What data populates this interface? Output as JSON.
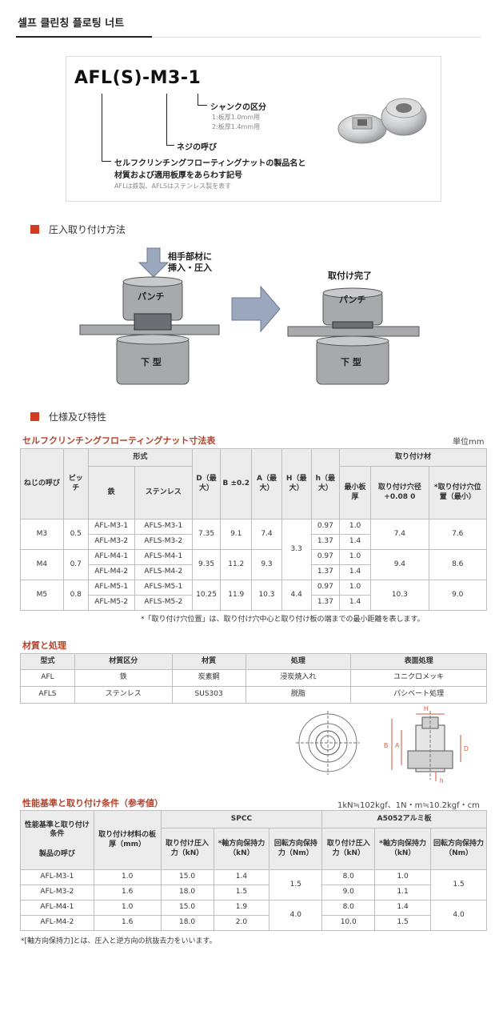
{
  "page_title": "셀프 클린칭 플로팅 너트",
  "part_number": {
    "code": "AFL(S)-M3-1",
    "shank_label": "シャンクの区分",
    "shank_opt1": "1:板厚1.0mm用",
    "shank_opt2": "2:板厚1.4mm用",
    "thread_label": "ネジの呼び",
    "product_label_1": "セルフクリンチングフローティングナットの製品名と",
    "product_label_2": "材質および適用板厚をあらわす記号",
    "product_note": "AFLは鉄製、AFLSはステンレス製を表す"
  },
  "install": {
    "heading": "圧入取り付け方法",
    "arrow_label_1": "相手部材に",
    "arrow_label_2": "挿入・圧入",
    "punch": "パンチ",
    "die": "下 型",
    "done": "取付け完了",
    "colors": {
      "arrow": "#9aa7bd",
      "metal": "#a7a9ac",
      "dark": "#555a60"
    }
  },
  "spec": {
    "heading": "仕様及び特性",
    "table_title": "セルフクリンチングフローティングナット寸法表",
    "unit": "単位mm",
    "headers": {
      "thread": "ねじの呼び",
      "pitch": "ピッチ",
      "type": "形式",
      "iron": "鉄",
      "stainless": "ステンレス",
      "d": "D（最大）",
      "b": "B ±0.2",
      "a": "A（最大）",
      "h": "H（最大）",
      "hh": "h（最大）",
      "mount": "取り付け材",
      "thick": "最小板厚",
      "hole": "取り付け穴径 +0.08 0",
      "pos": "*取り付け穴位置（最小）"
    },
    "rows": [
      {
        "thread": "M3",
        "pitch": "0.5",
        "d": "7.35",
        "b": "9.1",
        "a": "7.4",
        "h": "3.3",
        "hole": "7.4",
        "pos": "7.6",
        "sub": [
          {
            "iron": "AFL-M3-1",
            "st": "AFLS-M3-1",
            "hh": "0.97",
            "t": "1.0"
          },
          {
            "iron": "AFL-M3-2",
            "st": "AFLS-M3-2",
            "hh": "1.37",
            "t": "1.4"
          }
        ]
      },
      {
        "thread": "M4",
        "pitch": "0.7",
        "d": "9.35",
        "b": "11.2",
        "a": "9.3",
        "h": "",
        "hole": "9.4",
        "pos": "8.6",
        "sub": [
          {
            "iron": "AFL-M4-1",
            "st": "AFLS-M4-1",
            "hh": "0.97",
            "t": "1.0"
          },
          {
            "iron": "AFL-M4-2",
            "st": "AFLS-M4-2",
            "hh": "1.37",
            "t": "1.4"
          }
        ]
      },
      {
        "thread": "M5",
        "pitch": "0.8",
        "d": "10.25",
        "b": "11.9",
        "a": "10.3",
        "h": "4.4",
        "hole": "10.3",
        "pos": "9.0",
        "sub": [
          {
            "iron": "AFL-M5-1",
            "st": "AFLS-M5-1",
            "hh": "0.97",
            "t": "1.0"
          },
          {
            "iron": "AFL-M5-2",
            "st": "AFLS-M5-2",
            "hh": "1.37",
            "t": "1.4"
          }
        ]
      }
    ],
    "footnote": "*「取り付け穴位置」は、取り付け穴中心と取り付け板の端までの最小距離を表します。"
  },
  "material": {
    "title": "材質と処理",
    "headers": [
      "型式",
      "材質区分",
      "材質",
      "処理",
      "表面処理"
    ],
    "rows": [
      [
        "AFL",
        "鉄",
        "炭素鋼",
        "浸炭焼入れ",
        "ユニクロメッキ"
      ],
      [
        "AFLS",
        "ステンレス",
        "SUS303",
        "脱脂",
        "パシベート処理"
      ]
    ]
  },
  "drawing": {
    "labels": {
      "h": "H",
      "b": "B",
      "a": "A",
      "d": "D",
      "hh": "h"
    },
    "color": "#d35a3a"
  },
  "perf": {
    "title": "性能基準と取り付け条件（参考値）",
    "unit_note": "1kN≒102kgf、1N・m≒10.2kgf・cm",
    "headers": {
      "corner_top": "性能基準と取り付け条件",
      "corner_bottom": "製品の呼び",
      "plate": "取り付け材料の板厚（mm）",
      "spcc": "SPCC",
      "a5052": "A5052アルミ板",
      "press": "取り付け圧入力（kN）",
      "axial": "*軸方向保持力（kN）",
      "torque": "回転方向保持力（Nm）"
    },
    "rows": [
      {
        "name": "AFL-M3-1",
        "plate": "1.0",
        "s_press": "15.0",
        "s_axial": "1.4",
        "a_press": "8.0",
        "a_axial": "1.0"
      },
      {
        "name": "AFL-M3-2",
        "plate": "1.6",
        "s_press": "18.0",
        "s_axial": "1.5",
        "a_press": "9.0",
        "a_axial": "1.1"
      },
      {
        "name": "AFL-M4-1",
        "plate": "1.0",
        "s_press": "15.0",
        "s_axial": "1.9",
        "a_press": "8.0",
        "a_axial": "1.4"
      },
      {
        "name": "AFL-M4-2",
        "plate": "1.6",
        "s_press": "18.0",
        "s_axial": "2.0",
        "a_press": "10.0",
        "a_axial": "1.5"
      }
    ],
    "torque": {
      "spcc_m3": "1.5",
      "spcc_m4": "4.0",
      "a_m3": "1.5",
      "a_m4": "4.0"
    },
    "footnote": "*[軸方向保持力]とは、圧入と逆方向の抗抜去力をいいます。"
  }
}
